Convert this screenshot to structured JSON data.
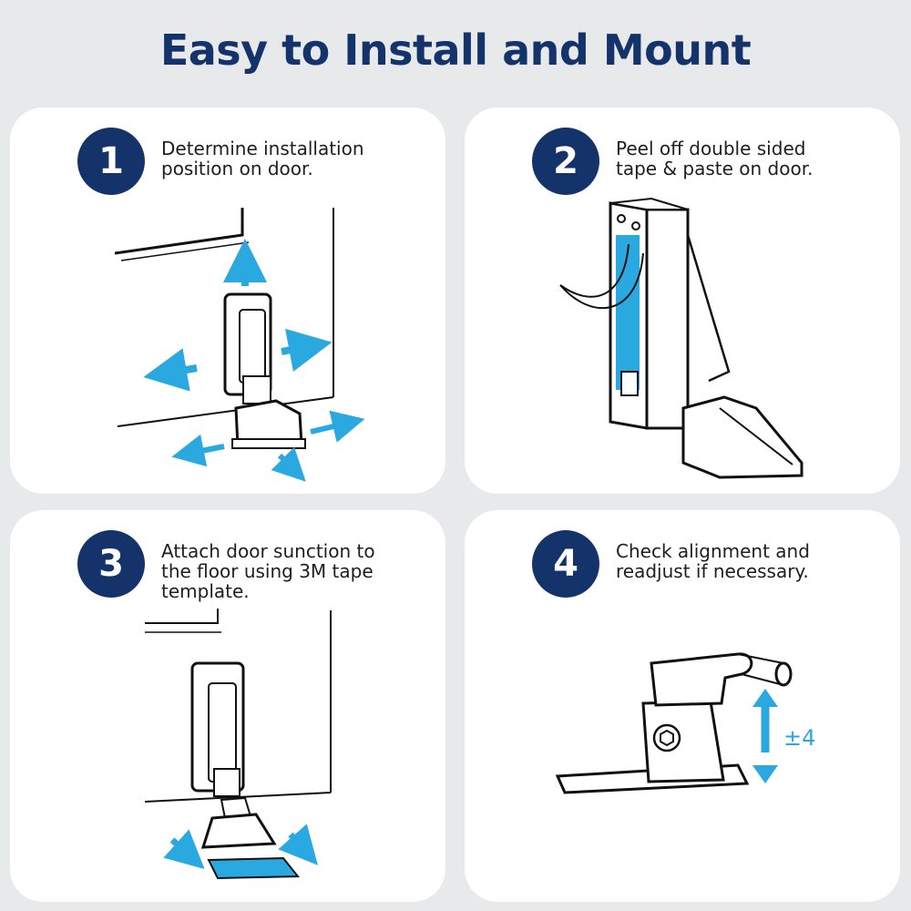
{
  "page": {
    "title": "Easy to Install and Mount"
  },
  "colors": {
    "title": "#14336b",
    "badge": "#14336b",
    "accent_blue": "#2aa9e0",
    "card_background": "#ffffff",
    "page_background": "#e8e9eb"
  },
  "steps": [
    {
      "number": "1",
      "text": "Determine installation\nposition on door."
    },
    {
      "number": "2",
      "text": "Peel off double sided\ntape & paste on door."
    },
    {
      "number": "3",
      "text": "Attach door sunction to\nthe floor using 3M tape\ntemplate."
    },
    {
      "number": "4",
      "text": "Check alignment and\nreadjust if necessary."
    }
  ],
  "adjustment": {
    "label": "±4"
  }
}
